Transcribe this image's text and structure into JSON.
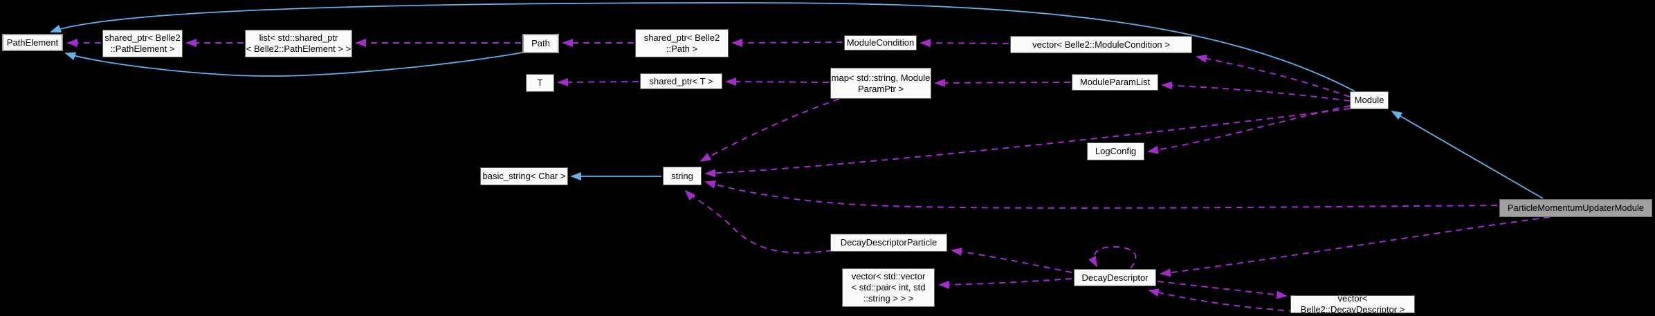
{
  "diagram": {
    "type": "class-collaboration-graph",
    "background_color": "#000000",
    "colors": {
      "inheritance_edge": "#63b1e7",
      "usage_edge": "#a42ccb",
      "node_fill": "#fbfbfb",
      "node_border": "#5f5f5f",
      "highlighted_node_fill": "#a0a0a0",
      "node_text": "#000000"
    },
    "nodes": [
      {
        "id": "pathelement",
        "label": "PathElement"
      },
      {
        "id": "shared-ptr-pathelement",
        "label": "shared_ptr< Belle2\n::PathElement >"
      },
      {
        "id": "list-shared-ptr-pathelement",
        "label": "list< std::shared_ptr\n< Belle2::PathElement > >"
      },
      {
        "id": "path",
        "label": "Path"
      },
      {
        "id": "shared-ptr-path",
        "label": "shared_ptr< Belle2\n::Path >"
      },
      {
        "id": "modulecondition",
        "label": "ModuleCondition"
      },
      {
        "id": "vector-modulecondition",
        "label": "vector< Belle2::ModuleCondition >"
      },
      {
        "id": "t",
        "label": "T"
      },
      {
        "id": "shared-ptr-t",
        "label": "shared_ptr< T >"
      },
      {
        "id": "map-moduleparamptr",
        "label": "map< std::string, Module\nParamPtr >"
      },
      {
        "id": "moduleparamlist",
        "label": "ModuleParamList"
      },
      {
        "id": "module",
        "label": "Module"
      },
      {
        "id": "logconfig",
        "label": "LogConfig"
      },
      {
        "id": "basic-string",
        "label": "basic_string< Char >"
      },
      {
        "id": "string",
        "label": "string"
      },
      {
        "id": "particlemomentumupdatermodule",
        "label": "ParticleMomentumUpdaterModule",
        "highlighted": true
      },
      {
        "id": "decaydescriptorparticle",
        "label": "DecayDescriptorParticle"
      },
      {
        "id": "vector-pair-int-string",
        "label": "vector< std::vector\n< std::pair< int, std\n::string > > >"
      },
      {
        "id": "decaydescriptor",
        "label": "DecayDescriptor"
      },
      {
        "id": "vector-decaydescriptor",
        "label": "vector< Belle2::DecayDescriptor >"
      }
    ],
    "edges": [
      {
        "from": "Module",
        "to": "PathElement",
        "type": "inheritance"
      },
      {
        "from": "Path",
        "to": "PathElement",
        "type": "inheritance"
      },
      {
        "from": "string",
        "to": "basic_string< Char >",
        "type": "inheritance"
      },
      {
        "from": "ParticleMomentumUpdaterModule",
        "to": "Module",
        "type": "inheritance"
      },
      {
        "from": "shared_ptr< Belle2::PathElement >",
        "to": "PathElement",
        "type": "usage"
      },
      {
        "from": "list< std::shared_ptr< Belle2::PathElement > >",
        "to": "shared_ptr< Belle2::PathElement >",
        "type": "usage"
      },
      {
        "from": "Path",
        "to": "list< std::shared_ptr< Belle2::PathElement > >",
        "type": "usage"
      },
      {
        "from": "shared_ptr< Belle2::Path >",
        "to": "Path",
        "type": "usage"
      },
      {
        "from": "ModuleCondition",
        "to": "shared_ptr< Belle2::Path >",
        "type": "usage"
      },
      {
        "from": "vector< Belle2::ModuleCondition >",
        "to": "ModuleCondition",
        "type": "usage"
      },
      {
        "from": "Module",
        "to": "vector< Belle2::ModuleCondition >",
        "type": "usage"
      },
      {
        "from": "shared_ptr< T >",
        "to": "T",
        "type": "usage"
      },
      {
        "from": "map< std::string, ModuleParamPtr >",
        "to": "shared_ptr< T >",
        "type": "usage"
      },
      {
        "from": "ModuleParamList",
        "to": "map< std::string, ModuleParamPtr >",
        "type": "usage"
      },
      {
        "from": "Module",
        "to": "ModuleParamList",
        "type": "usage"
      },
      {
        "from": "Module",
        "to": "LogConfig",
        "type": "usage"
      },
      {
        "from": "Module",
        "to": "string",
        "type": "usage"
      },
      {
        "from": "map< std::string, ModuleParamPtr >",
        "to": "string",
        "type": "usage"
      },
      {
        "from": "ParticleMomentumUpdaterModule",
        "to": "string",
        "type": "usage"
      },
      {
        "from": "DecayDescriptorParticle",
        "to": "string",
        "type": "usage"
      },
      {
        "from": "ParticleMomentumUpdaterModule",
        "to": "DecayDescriptor",
        "type": "usage"
      },
      {
        "from": "DecayDescriptor",
        "to": "DecayDescriptor",
        "type": "usage"
      },
      {
        "from": "DecayDescriptor",
        "to": "DecayDescriptorParticle",
        "type": "usage"
      },
      {
        "from": "DecayDescriptor",
        "to": "vector< std::vector< std::pair< int, std::string > > >",
        "type": "usage"
      },
      {
        "from": "DecayDescriptor",
        "to": "vector< Belle2::DecayDescriptor >",
        "type": "usage"
      },
      {
        "from": "vector< Belle2::DecayDescriptor >",
        "to": "DecayDescriptor",
        "type": "usage"
      }
    ]
  }
}
